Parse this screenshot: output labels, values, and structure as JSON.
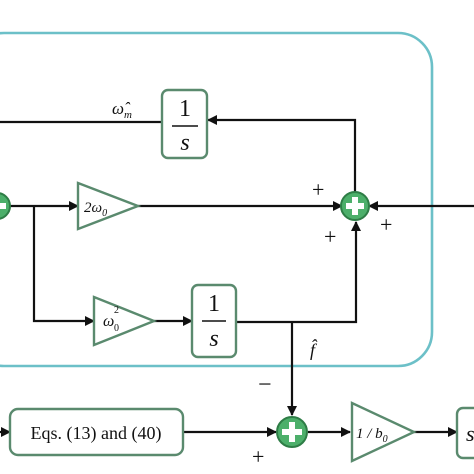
{
  "blocks": {
    "integrator_top": {
      "num": "1",
      "den": "s"
    },
    "integrator_mid": {
      "num": "1",
      "den": "s"
    },
    "gain_2w0": "2ω",
    "gain_2w0_sub": "0",
    "gain_w0sq": "ω",
    "gain_w0sq_sup": "2",
    "gain_w0sq_sub": "0",
    "eqs_block": "Eqs. (13) and (40)",
    "gain_inv_b0": "1 / b",
    "gain_inv_b0_sub": "0",
    "output_block_partial": "s"
  },
  "signals": {
    "omega_hat_m": "ω̂",
    "omega_hat_m_sub": "m",
    "f_hat": "f̂"
  },
  "signs": {
    "sum_main_top": "+",
    "sum_main_bottom": "+",
    "sum_main_right": "+",
    "sum_low_top": "−",
    "sum_low_bottom": "+"
  },
  "colors": {
    "block_border": "#5a8a6e",
    "observer_border": "#6cc0c8",
    "sum_fill": "#4caf6a"
  }
}
